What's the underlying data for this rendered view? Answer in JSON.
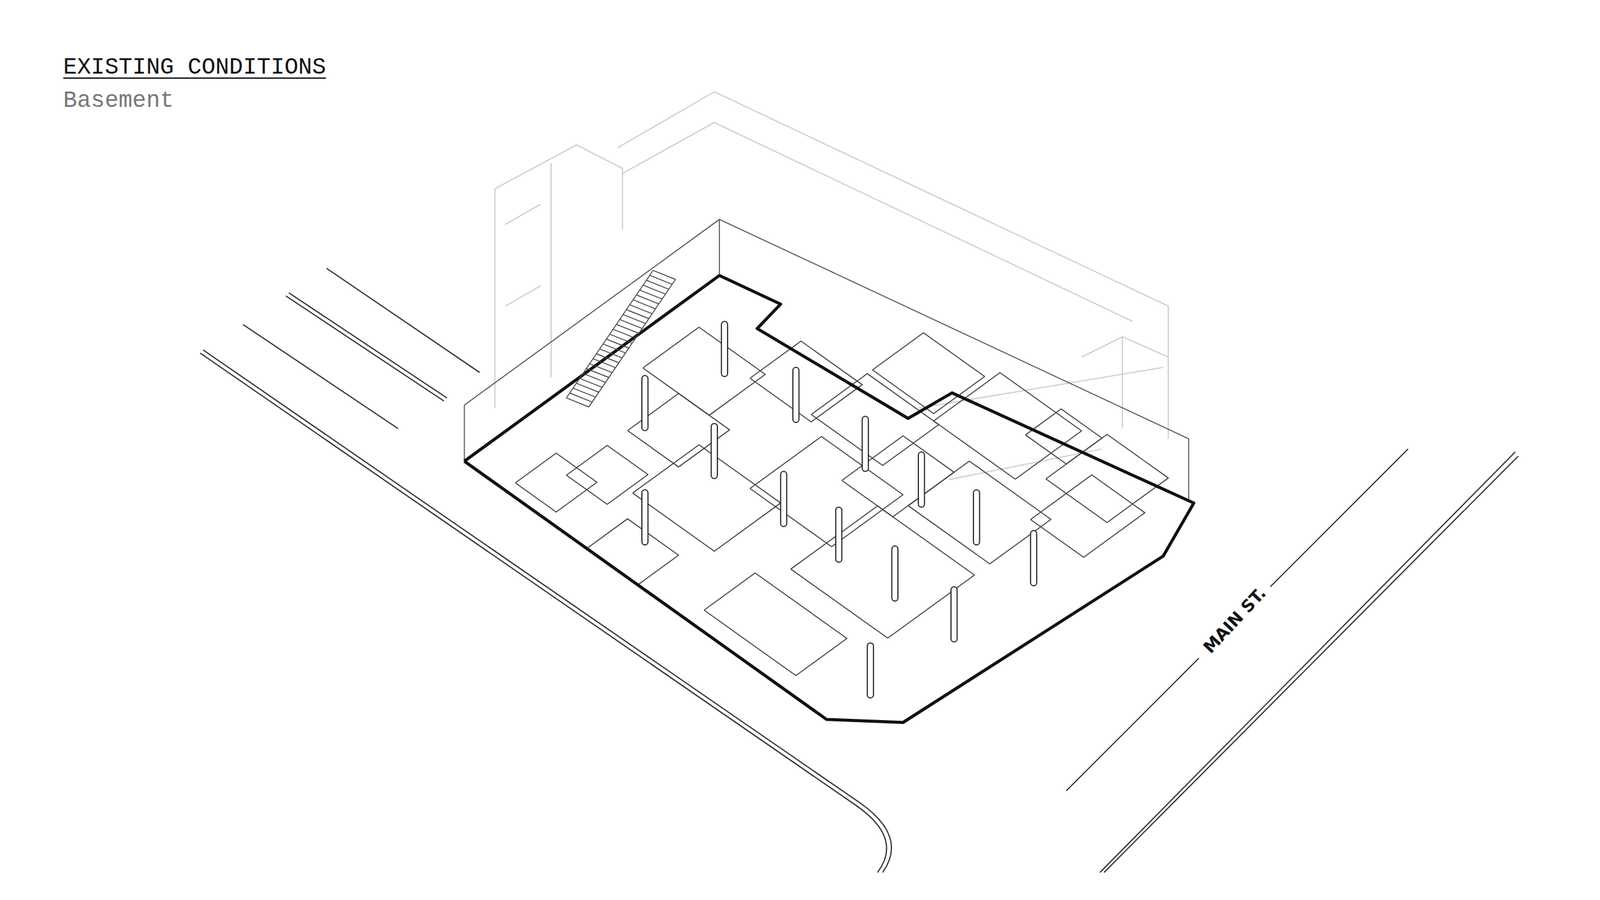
{
  "diagram": {
    "title": "EXISTING CONDITIONS",
    "labels": [
      "Basement",
      "MAIN ST."
    ]
  }
}
